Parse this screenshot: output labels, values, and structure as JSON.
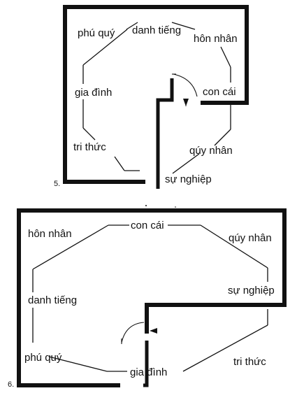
{
  "diagram_5": {
    "number": "5.",
    "labels": {
      "phu_quy": "phú quý",
      "danh_tieng": "danh tiếng",
      "hon_nhan": "hôn nhân",
      "gia_dinh": "gia đình",
      "con_cai": "con cái",
      "tri_thuc": "tri thức",
      "quy_nhan": "qúy nhân",
      "su_nghiep": "sự nghiệp"
    }
  },
  "diagram_6": {
    "number": "6.",
    "labels": {
      "hon_nhan": "hôn nhân",
      "con_cai": "con cái",
      "quy_nhan": "qúy nhân",
      "su_nghiep": "sự nghiệp",
      "danh_tieng": "danh tiếng",
      "phu_quy": "phú quý",
      "gia_dinh": "gia đình",
      "tri_thuc": "tri thức"
    }
  },
  "colors": {
    "ink": "#111111",
    "background": "#ffffff"
  },
  "icons": [
    "door-arc-icon",
    "arrow-up-icon",
    "arrow-left-icon"
  ]
}
